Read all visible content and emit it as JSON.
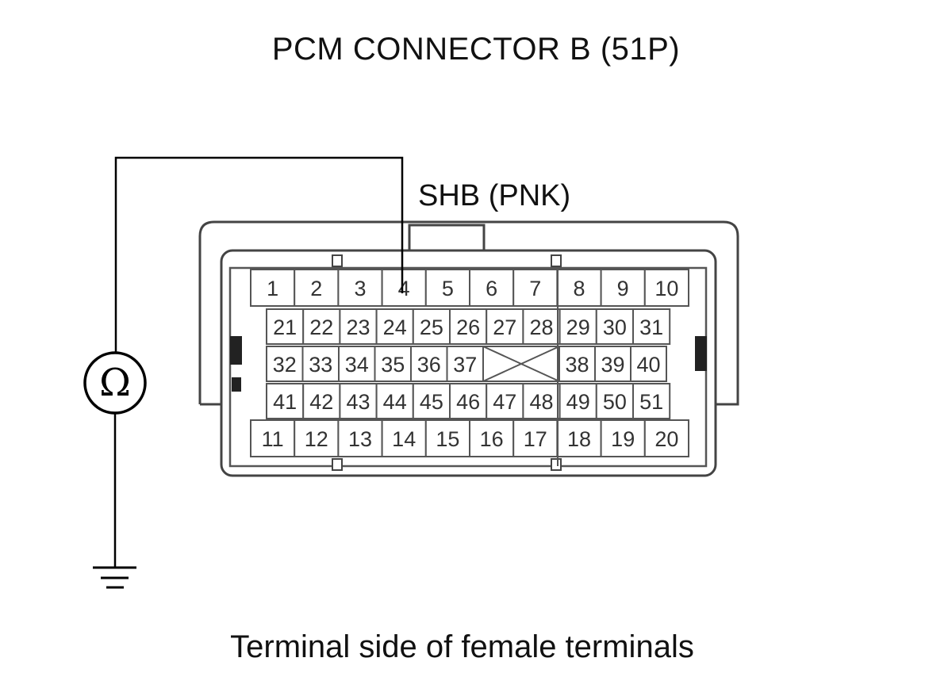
{
  "title": "PCM CONNECTOR B (51P)",
  "wire_label": "SHB (PNK)",
  "caption": "Terminal side of female terminals",
  "meter_symbol": "Ω",
  "probe_terminal": "4",
  "connector": {
    "row1": [
      "1",
      "2",
      "3",
      "4",
      "5",
      "6",
      "7",
      "8",
      "9",
      "10"
    ],
    "row2": [
      "21",
      "22",
      "23",
      "24",
      "25",
      "26",
      "27",
      "28",
      "29",
      "30",
      "31"
    ],
    "row3_left": [
      "32",
      "33",
      "34",
      "35",
      "36",
      "37"
    ],
    "row3_right": [
      "38",
      "39",
      "40"
    ],
    "row4": [
      "41",
      "42",
      "43",
      "44",
      "45",
      "46",
      "47",
      "48",
      "49",
      "50",
      "51"
    ],
    "row5": [
      "11",
      "12",
      "13",
      "14",
      "15",
      "16",
      "17",
      "18",
      "19",
      "20"
    ]
  },
  "colors": {
    "line": "#000000",
    "outline": "#444444",
    "pin_text": "#333333"
  }
}
